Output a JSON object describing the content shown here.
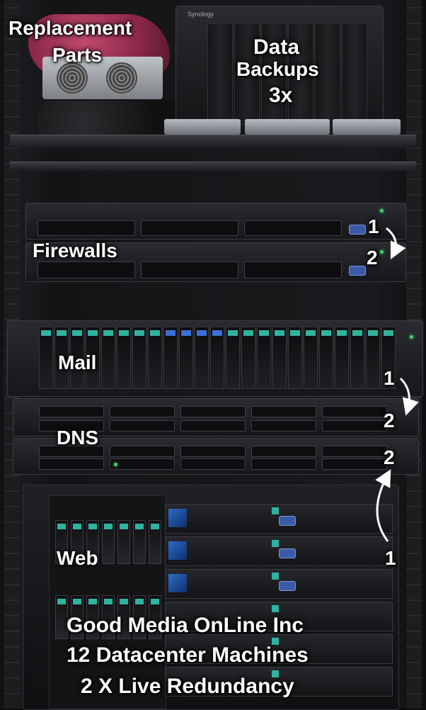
{
  "labels": {
    "replacement_line1": "Replacement",
    "replacement_line2": "Parts",
    "backups_line1": "Data",
    "backups_line2": "Backups",
    "backups_line3": "3x",
    "firewalls": "Firewalls",
    "firewall_num1": "1",
    "firewall_num2": "2",
    "mail": "Mail",
    "mail_num1": "1",
    "dns": "DNS",
    "dns_num2a": "2",
    "dns_num2b": "2",
    "web": "Web",
    "web_num1": "1",
    "footer_line1": "Good Media OnLine Inc",
    "footer_line2": "12 Datacenter Machines",
    "footer_line3": "2 X Live Redundancy"
  },
  "nas_brand": "Synology",
  "colors": {
    "label_text": "#ffffff",
    "drive_tab_teal": "#2fb39f",
    "drive_tab_blue": "#3a6fd6",
    "led_green": "#44d46a",
    "vga_port_blue": "#3b5aa8"
  }
}
